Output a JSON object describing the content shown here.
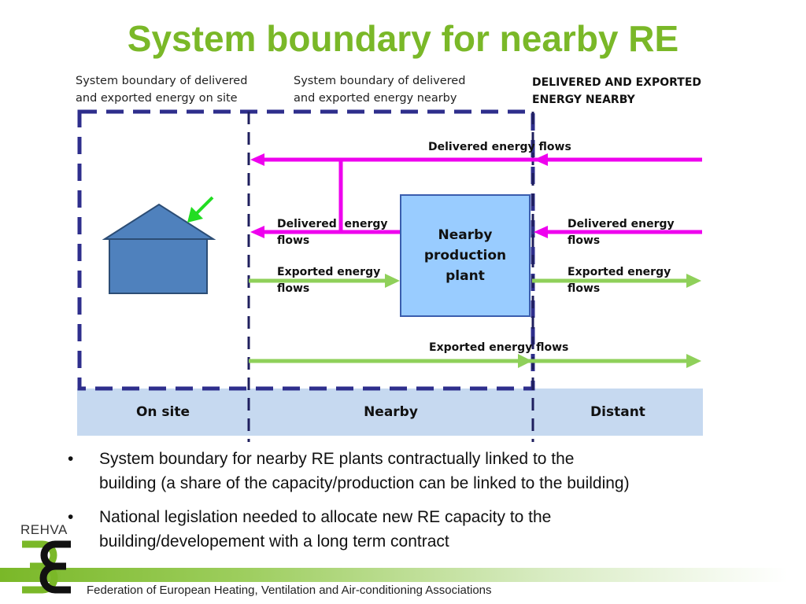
{
  "title": "System boundary for nearby RE",
  "labels": {
    "onsite_boundary": [
      "System boundary of delivered",
      "and exported  energy on site"
    ],
    "nearby_boundary": [
      "System boundary of delivered",
      "and exported  energy nearby"
    ],
    "delivered_exported_nearby": [
      "DELIVERED AND EXPORTED",
      "ENERGY NEARBY"
    ]
  },
  "flows": {
    "top_delivered": "Delivered energy flows",
    "left_delivered": [
      "Delivered  energy",
      "flows"
    ],
    "left_exported": [
      "Exported energy",
      "flows"
    ],
    "right_delivered": [
      "Delivered energy",
      "flows"
    ],
    "right_exported": [
      "Exported energy",
      "flows"
    ],
    "bottom_exported": "Exported energy flows"
  },
  "plant": [
    "Nearby",
    "production",
    "plant"
  ],
  "zones": {
    "onsite": "On site",
    "nearby": "Nearby",
    "distant": "Distant"
  },
  "bullets": {
    "marker": "•",
    "items": [
      [
        "System boundary for nearby RE plants contractually linked to the",
        "building (a share of the capacity/production can be linked to the building)"
      ],
      [
        "National legislation needed to allocate new RE capacity to the",
        "building/developement with a long term contract"
      ]
    ]
  },
  "logo": {
    "name": "REHVA"
  },
  "footer": "Federation of European Heating, Ventilation and Air-conditioning Associations",
  "colors": {
    "title": "#7ab828",
    "delivered_arrow": "#ee00ee",
    "exported_arrow": "#8fd05a",
    "boundary_dash": "#2e2e8c",
    "zone_band": "#c6d9f0",
    "house": "#4f81bd",
    "plant": "#99ccff",
    "indicator_arrow": "#22dd22"
  }
}
